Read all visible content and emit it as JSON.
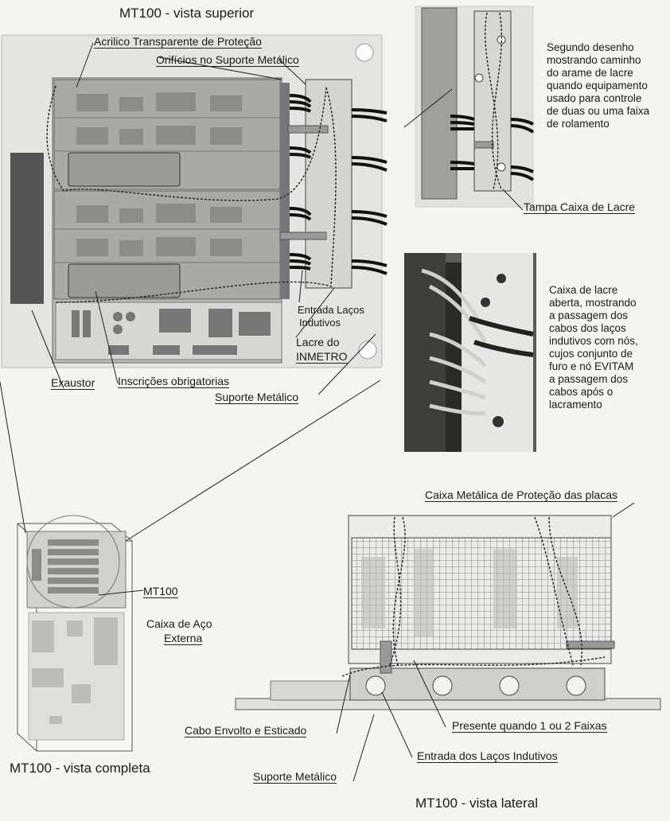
{
  "titles": {
    "top_view": "MT100 - vista superior",
    "full_view": "MT100 - vista completa",
    "side_view": "MT100 - vista lateral"
  },
  "labels": {
    "acrylic": "Acrilico Transparente de Proteção",
    "holes": "Orifícios no Suporte Metálico",
    "inductive_entry_1": "Entrada Laços",
    "inductive_entry_2": "Indutivos",
    "inmetro_seal_1": "Lacre do",
    "inmetro_seal_2": "INMETRO",
    "exhaust": "Exaustor",
    "mandatory_inscriptions": "Inscrições obrigatorias",
    "metal_support_top": "Suporte Metálico",
    "seal_box_cover": "Tampa Caixa de Lacre",
    "metal_box": "Caixa Metálica de Proteção das placas",
    "mt100": "MT100",
    "steel_box_1": "Caixa de Aço",
    "steel_box_2": "Externa",
    "cable_wrapped": "Cabo Envolto e Esticado",
    "present_when": "Presente quando 1 ou 2 Faixas",
    "inductive_loops_entry": "Entrada dos Laços Indutivos",
    "metal_support_bottom": "Suporte Metálico"
  },
  "notes": {
    "second_drawing": [
      "Segundo desenho",
      "mostrando caminho",
      "do arame de lacre",
      "quando equipamento",
      "usado para controle",
      "de duas ou uma faixa",
      "de rolamento"
    ],
    "seal_box_open": [
      "Caixa de lacre",
      "aberta, mostrando",
      "a passagem dos",
      "cabos dos laços",
      "indutivos com nós,",
      "cujos conjunto de",
      "furo e nó EVITAM",
      "a passagem dos",
      "cabos após o",
      "lacramento"
    ]
  }
}
